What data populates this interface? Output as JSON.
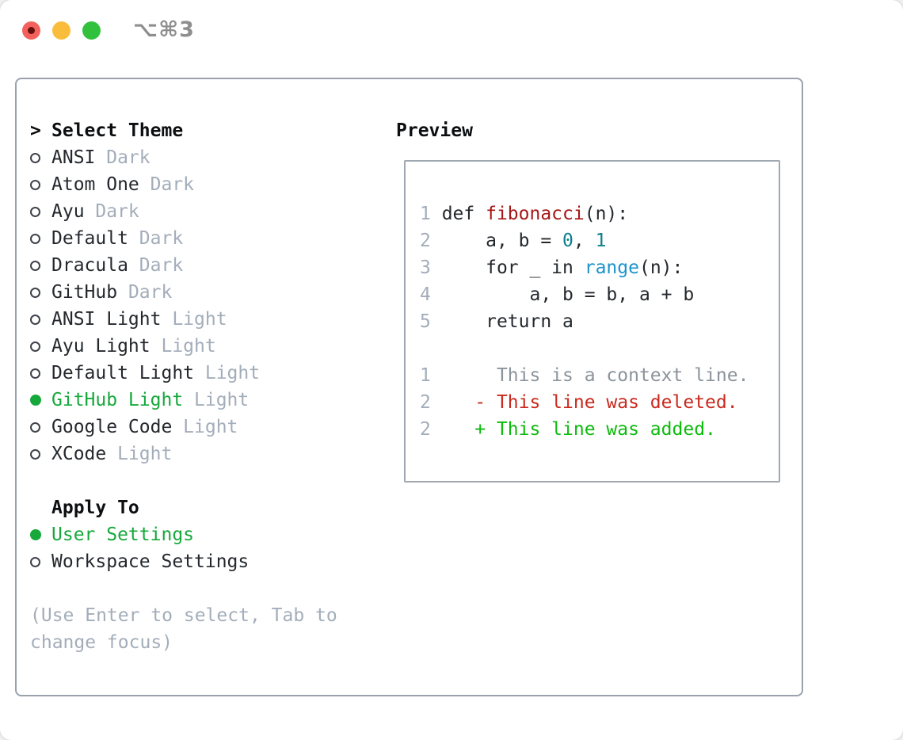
{
  "window": {
    "title": "⌥⌘3"
  },
  "colors": {
    "panel_border": "#99a2ad",
    "preview_border": "#a0a8b2",
    "text_dark": "#24282d",
    "header_black": "#0c0e10",
    "muted_gray": "#a3adba",
    "context_gray": "#8b939b",
    "selection_green": "#16a83b",
    "added_green": "#0cba0c",
    "deleted_red": "#c9291e",
    "function_red": "#a61717",
    "number_teal": "#0d7f8c",
    "builtin_blue": "#1c93cc",
    "title_gray": "#8e8e8e",
    "traffic_red": "#f4615c",
    "traffic_red_dot": "#64100c",
    "traffic_yellow": "#fabd3b",
    "traffic_green": "#32c13c"
  },
  "theme_list": {
    "prompt": ">",
    "header": "Select Theme",
    "items": [
      {
        "name": "ANSI",
        "variant": "Dark",
        "selected": false
      },
      {
        "name": "Atom One",
        "variant": "Dark",
        "selected": false
      },
      {
        "name": "Ayu",
        "variant": "Dark",
        "selected": false
      },
      {
        "name": "Default",
        "variant": "Dark",
        "selected": false
      },
      {
        "name": "Dracula",
        "variant": "Dark",
        "selected": false
      },
      {
        "name": "GitHub",
        "variant": "Dark",
        "selected": false
      },
      {
        "name": "ANSI Light",
        "variant": "Light",
        "selected": false
      },
      {
        "name": "Ayu Light",
        "variant": "Light",
        "selected": false
      },
      {
        "name": "Default Light",
        "variant": "Light",
        "selected": false
      },
      {
        "name": "GitHub Light",
        "variant": "Light",
        "selected": true
      },
      {
        "name": "Google Code",
        "variant": "Light",
        "selected": false
      },
      {
        "name": "XCode",
        "variant": "Light",
        "selected": false
      }
    ]
  },
  "apply_to": {
    "header": "Apply To",
    "options": [
      {
        "label": "User Settings",
        "selected": true
      },
      {
        "label": "Workspace Settings",
        "selected": false
      }
    ]
  },
  "help": {
    "lines": [
      "(Use Enter to select, Tab to",
      "change focus)"
    ]
  },
  "preview": {
    "header": "Preview",
    "lines": [
      {
        "segments": [
          {
            "c": "num",
            "t": "1 "
          },
          {
            "c": "code",
            "t": "def "
          },
          {
            "c": "fn",
            "t": "fibonacci"
          },
          {
            "c": "code",
            "t": "(n):"
          }
        ]
      },
      {
        "segments": [
          {
            "c": "num",
            "t": "2 "
          },
          {
            "c": "code",
            "t": "    a, b = "
          },
          {
            "c": "lit",
            "t": "0"
          },
          {
            "c": "code",
            "t": ", "
          },
          {
            "c": "lit",
            "t": "1"
          }
        ]
      },
      {
        "segments": [
          {
            "c": "num",
            "t": "3 "
          },
          {
            "c": "code",
            "t": "    for _ in "
          },
          {
            "c": "builtin",
            "t": "range"
          },
          {
            "c": "code",
            "t": "(n):"
          }
        ]
      },
      {
        "segments": [
          {
            "c": "num",
            "t": "4 "
          },
          {
            "c": "code",
            "t": "        a, b = b, a + b"
          }
        ]
      },
      {
        "segments": [
          {
            "c": "num",
            "t": "5 "
          },
          {
            "c": "code",
            "t": "    return a"
          }
        ]
      },
      {
        "segments": []
      },
      {
        "segments": [
          {
            "c": "num",
            "t": "1 "
          },
          {
            "c": "ctx",
            "t": "     This is a context line."
          }
        ]
      },
      {
        "segments": [
          {
            "c": "num",
            "t": "2 "
          },
          {
            "c": "del",
            "t": "   - This line was deleted."
          }
        ]
      },
      {
        "segments": [
          {
            "c": "num",
            "t": "2 "
          },
          {
            "c": "add",
            "t": "   + This line was added."
          }
        ]
      }
    ]
  }
}
